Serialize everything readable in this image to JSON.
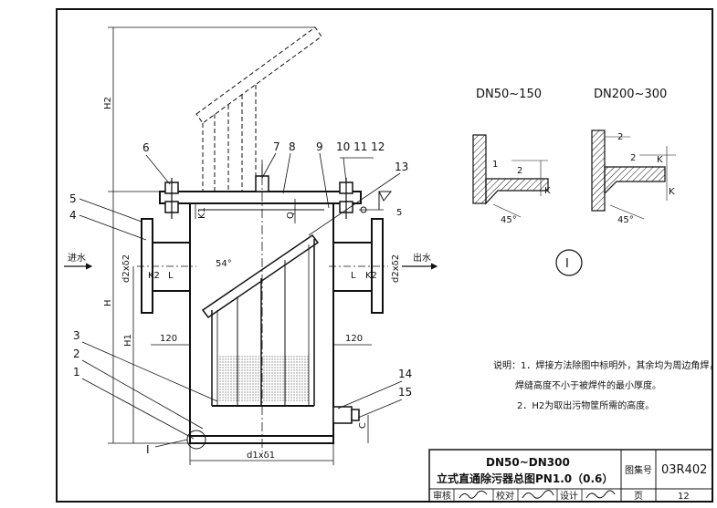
{
  "labels": {
    "part1": "1",
    "part2": "2",
    "part3": "3",
    "part4": "4",
    "part5": "5",
    "part6": "6",
    "part7": "7",
    "part8": "8",
    "part9": "9",
    "part10_12": "10 11 12",
    "part13": "13",
    "part14": "14",
    "part15": "15"
  },
  "flow": {
    "inlet": "进水",
    "outlet": "出水"
  },
  "dimensions": {
    "H2": "H2",
    "H": "H",
    "H1": "H1",
    "K1": "K1",
    "Q": "Q",
    "angle_54": "54°",
    "dn_left": "d2xδ2",
    "dn_right": "d2xδ2",
    "L_left": "L",
    "L_right": "L",
    "K2_left": "K2",
    "K2_right": "K2",
    "w120_left": "120",
    "w120_right": "120",
    "d1": "d1xδ1",
    "C": "C",
    "weld5": "5"
  },
  "details": {
    "left_title": "DN50~150",
    "right_title": "DN200~300",
    "left_1": "1",
    "left_2": "2",
    "left_K": "K",
    "left_angle": "45°",
    "right_2": "2",
    "right_2b": "2",
    "right_K1": "K",
    "right_K2": "K",
    "right_angle": "45°",
    "detail_callout": "I",
    "detail_mark": "I"
  },
  "notes": {
    "line1": "说明：1．焊接方法除图中标明外，其余均为周边角焊，",
    "line2": "焊缝高度不小于被焊件的最小厚度。",
    "line3": "2．H2为取出污物筐所需的高度。"
  },
  "title_block": {
    "title_line1": "DN50~DN300",
    "title_line2": "立式直通除污器总图PN1.0（0.6）",
    "atlas_label": "图集号",
    "atlas_no": "03R402",
    "review_label": "审核",
    "check_label": "校对",
    "design_label": "设计",
    "page_label": "页",
    "page_no": "12"
  }
}
